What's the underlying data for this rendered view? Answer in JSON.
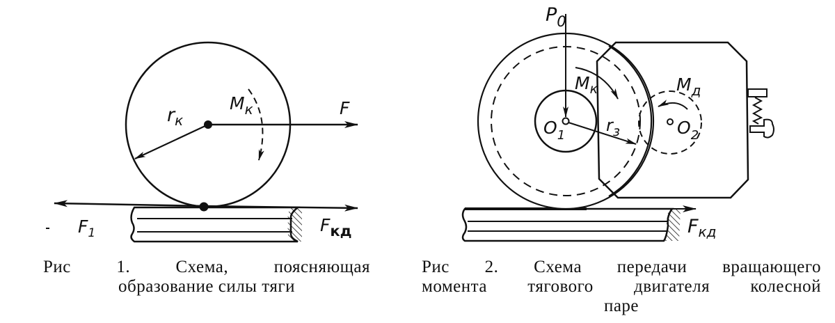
{
  "figure1": {
    "labels": {
      "radius": "r",
      "radius_sub": "к",
      "moment": "M",
      "moment_sub": "к",
      "force": "F",
      "reaction": "F",
      "reaction_sub": "1",
      "traction": "F",
      "traction_sub": "кд"
    },
    "caption": {
      "prefix": "Рис",
      "number": "1.",
      "word1": "Схема,",
      "word2": "поясняющая",
      "line2": "образование силы тяги"
    }
  },
  "figure2": {
    "labels": {
      "load": "P",
      "load_sub": "0",
      "axle": "O",
      "axle_sub": "1",
      "wheel_moment": "M",
      "wheel_moment_sub": "к",
      "gear_radius": "r",
      "gear_radius_sub": "з",
      "motor_moment": "M",
      "motor_moment_sub": "д",
      "motor_shaft": "O",
      "motor_shaft_sub": "2",
      "traction": "F",
      "traction_sub": "кд"
    },
    "caption": {
      "line1": [
        "Рис",
        "2.",
        "Схема",
        "передачи",
        "вращающего"
      ],
      "line2": [
        "момента",
        "тягового",
        "двигателя",
        "колесной"
      ],
      "line3": "паре"
    }
  }
}
